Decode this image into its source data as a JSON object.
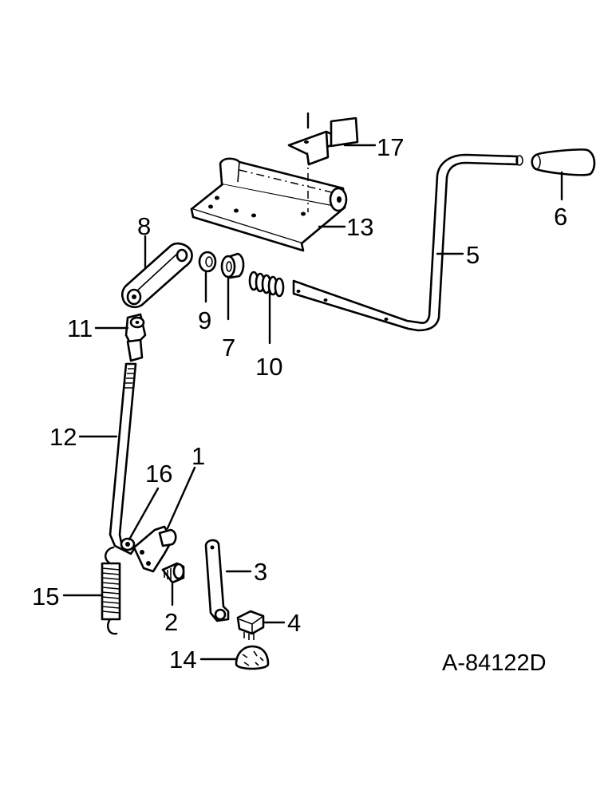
{
  "diagram": {
    "code": "A-84122D",
    "callouts": [
      "1",
      "2",
      "3",
      "4",
      "5",
      "6",
      "7",
      "8",
      "9",
      "10",
      "11",
      "12",
      "13",
      "14",
      "15",
      "16",
      "17"
    ]
  }
}
